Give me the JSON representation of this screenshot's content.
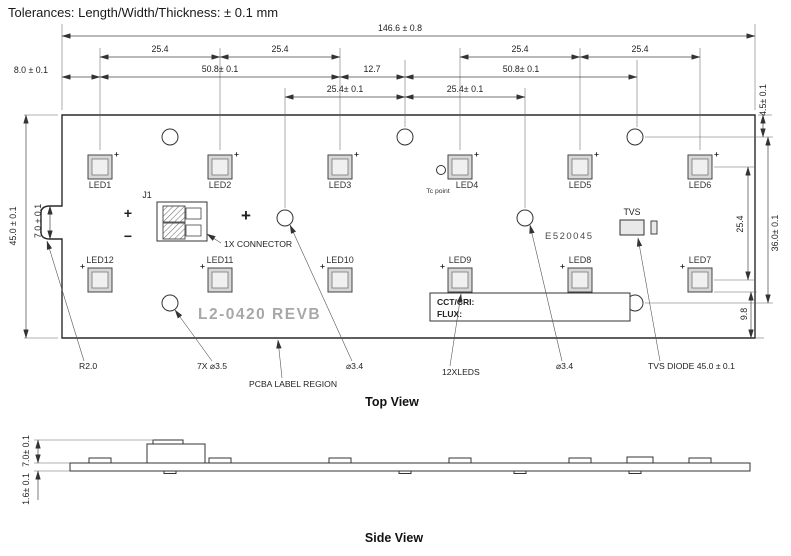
{
  "note": {
    "tolerances": "Tolerances: Length/Width/Thickness: ± 0.1 mm"
  },
  "views": {
    "top_label": "Top View",
    "side_label": "Side View"
  },
  "sym": {
    "plus": "+",
    "minus": "−"
  },
  "board": {
    "silkscreen": "L2-0420 REVB",
    "code": "E520045",
    "connector_ref": "J1",
    "tvs_ref": "TVS",
    "tc_point": "Tc point",
    "label_region": {
      "line1": "CCT/CRI:",
      "line2": "FLUX:"
    }
  },
  "leds": [
    "LED1",
    "LED2",
    "LED3",
    "LED4",
    "LED5",
    "LED6",
    "LED7",
    "LED8",
    "LED9",
    "LED10",
    "LED11",
    "LED12"
  ],
  "dims": {
    "overall_width": "146.6 ± 0.8",
    "pitch": "25.4",
    "edge_offset": "8.0 ± 0.1",
    "span": "50.8± 0.1",
    "half_pitch": "12.7",
    "pitch_tol": "25.4± 0.1",
    "top_to_hole": "4.5± 0.1",
    "overall_height": "45.0 ± 0.1",
    "tab_height": "7.0 ± 0.1",
    "row_pitch": "25.4",
    "hole_span": "36.0± 0.1",
    "bottom_offset": "9.8",
    "side_height": "7.0± 0.1",
    "side_thickness": "1.6± 0.1"
  },
  "callouts": {
    "connector": "1X CONNECTOR",
    "radius": "R2.0",
    "mounting_holes": "7X ⌀3.5",
    "label_region": "PCBA LABEL REGION",
    "hole_a": "⌀3.4",
    "leds": "12XLEDS",
    "hole_b": "⌀3.4",
    "tvs": "TVS DIODE 45.0 ± 0.1"
  }
}
